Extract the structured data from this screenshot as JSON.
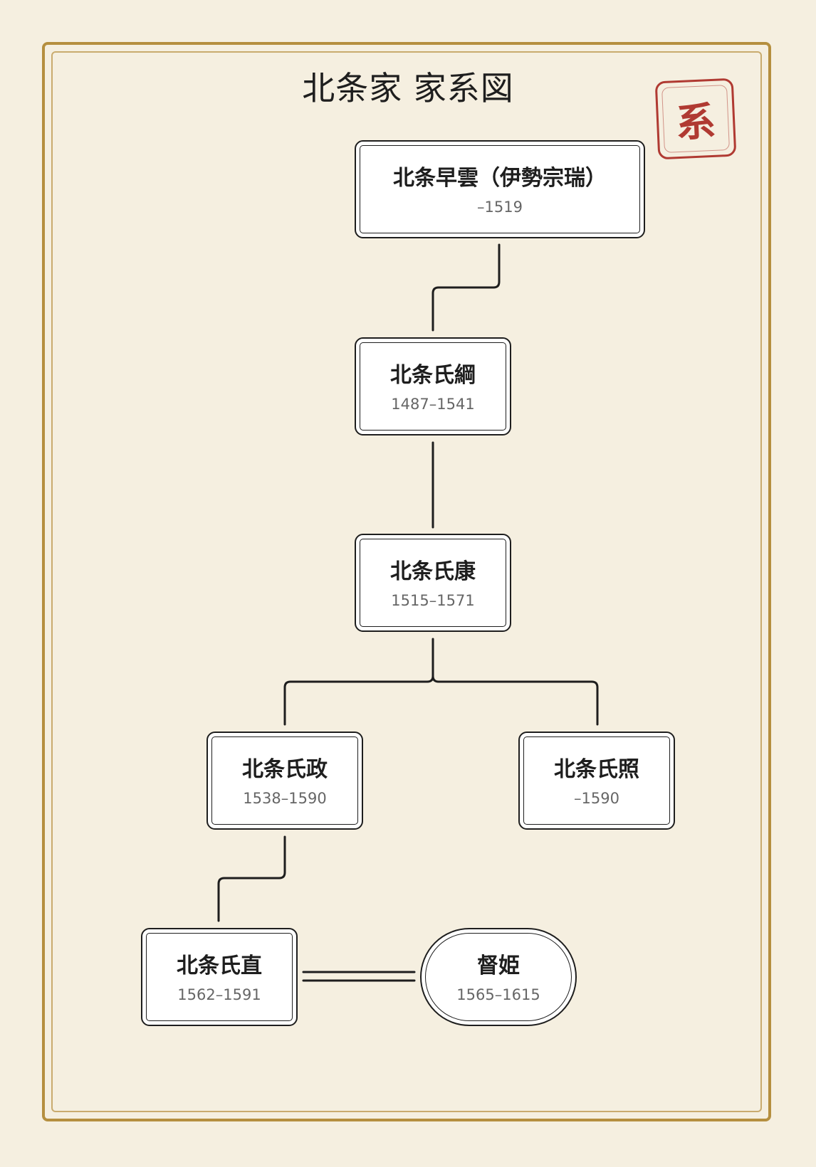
{
  "title": "北条家 家系図",
  "seal": {
    "text": "系",
    "color": "#b03a32"
  },
  "colors": {
    "frame": "#b58f3f",
    "line": "#1e1e1e",
    "background": "#f5efe0"
  },
  "nodes": [
    {
      "id": "soun",
      "name": "北条早雲（伊勢宗瑞）",
      "years": "–1519"
    },
    {
      "id": "ujitsuna",
      "name": "北条氏綱",
      "years": "1487–1541"
    },
    {
      "id": "ujiyasu",
      "name": "北条氏康",
      "years": "1515–1571"
    },
    {
      "id": "ujimasa",
      "name": "北条氏政",
      "years": "1538–1590"
    },
    {
      "id": "ujiteru",
      "name": "北条氏照",
      "years": "–1590"
    },
    {
      "id": "ujinao",
      "name": "北条氏直",
      "years": "1562–1591"
    },
    {
      "id": "tokuhime",
      "name": "督姫",
      "years": "1565–1615"
    }
  ],
  "relations": [
    {
      "type": "parent-child",
      "from": "soun",
      "to": "ujitsuna"
    },
    {
      "type": "parent-child",
      "from": "ujitsuna",
      "to": "ujiyasu"
    },
    {
      "type": "parent-child",
      "from": "ujiyasu",
      "to": "ujimasa"
    },
    {
      "type": "parent-child",
      "from": "ujiyasu",
      "to": "ujiteru"
    },
    {
      "type": "parent-child",
      "from": "ujimasa",
      "to": "ujinao"
    },
    {
      "type": "marriage",
      "from": "ujinao",
      "to": "tokuhime"
    }
  ]
}
